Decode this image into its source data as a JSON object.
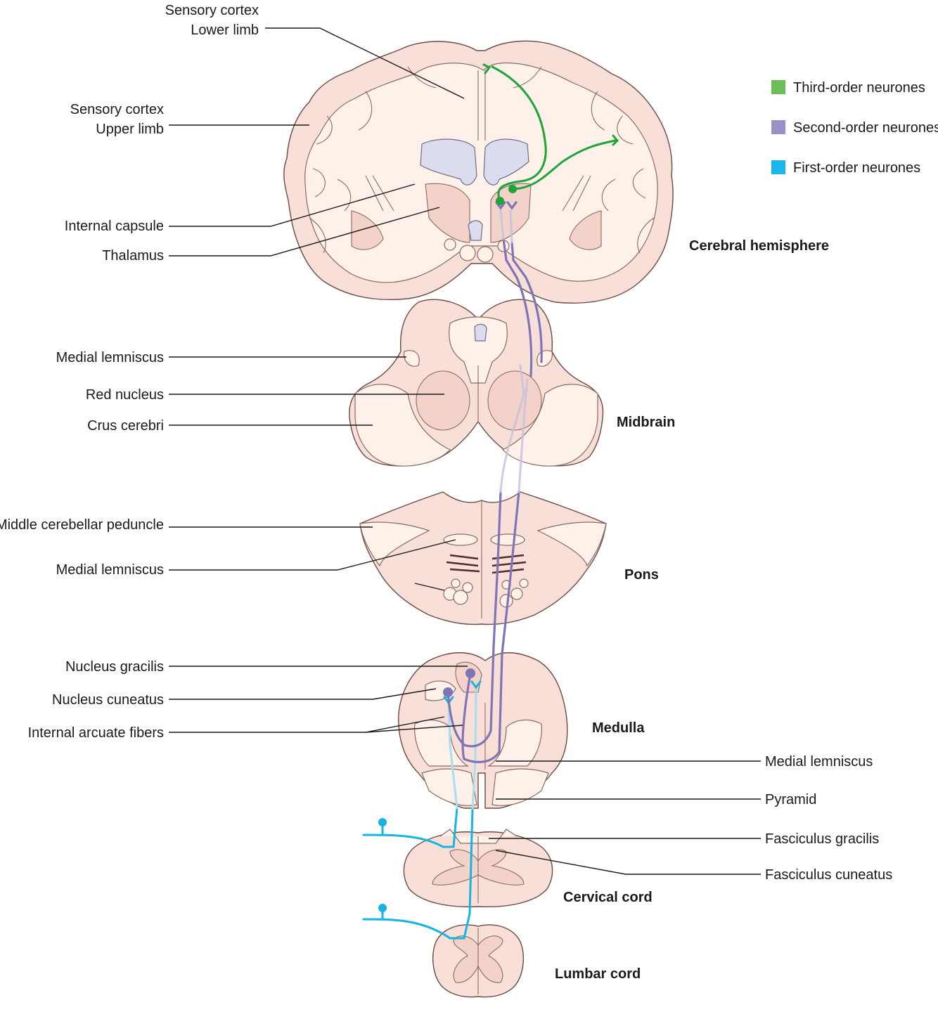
{
  "legend": {
    "items": [
      {
        "label": "Third-order neurones",
        "color": "#6bbf59"
      },
      {
        "label": "Second-order neurones",
        "color": "#9b8fc8"
      },
      {
        "label": "First-order neurones",
        "color": "#1ab7ea"
      }
    ]
  },
  "regions": {
    "cerebral": "Cerebral hemisphere",
    "midbrain": "Midbrain",
    "pons": "Pons",
    "medulla": "Medulla",
    "cervical": "Cervical cord",
    "lumbar": "Lumbar cord"
  },
  "labels": {
    "sensory_lower_1": "Sensory cortex",
    "sensory_lower_2": "Lower limb",
    "sensory_upper_1": "Sensory cortex",
    "sensory_upper_2": "Upper limb",
    "internal_capsule": "Internal capsule",
    "thalamus": "Thalamus",
    "medial_lemniscus_mid": "Medial lemniscus",
    "red_nucleus": "Red nucleus",
    "crus_cerebri": "Crus cerebri",
    "middle_cerebellar_peduncle": "Middle cerebellar peduncle",
    "medial_lemniscus_pons": "Medial lemniscus",
    "nucleus_gracilis": "Nucleus gracilis",
    "nucleus_cuneatus": "Nucleus cuneatus",
    "internal_arcuate": "Internal arcuate fibers",
    "medial_lemniscus_medulla": "Medial lemniscus",
    "pyramid": "Pyramid",
    "fasciculus_gracilis": "Fasciculus gracilis",
    "fasciculus_cuneatus": "Fasciculus cuneatus"
  }
}
